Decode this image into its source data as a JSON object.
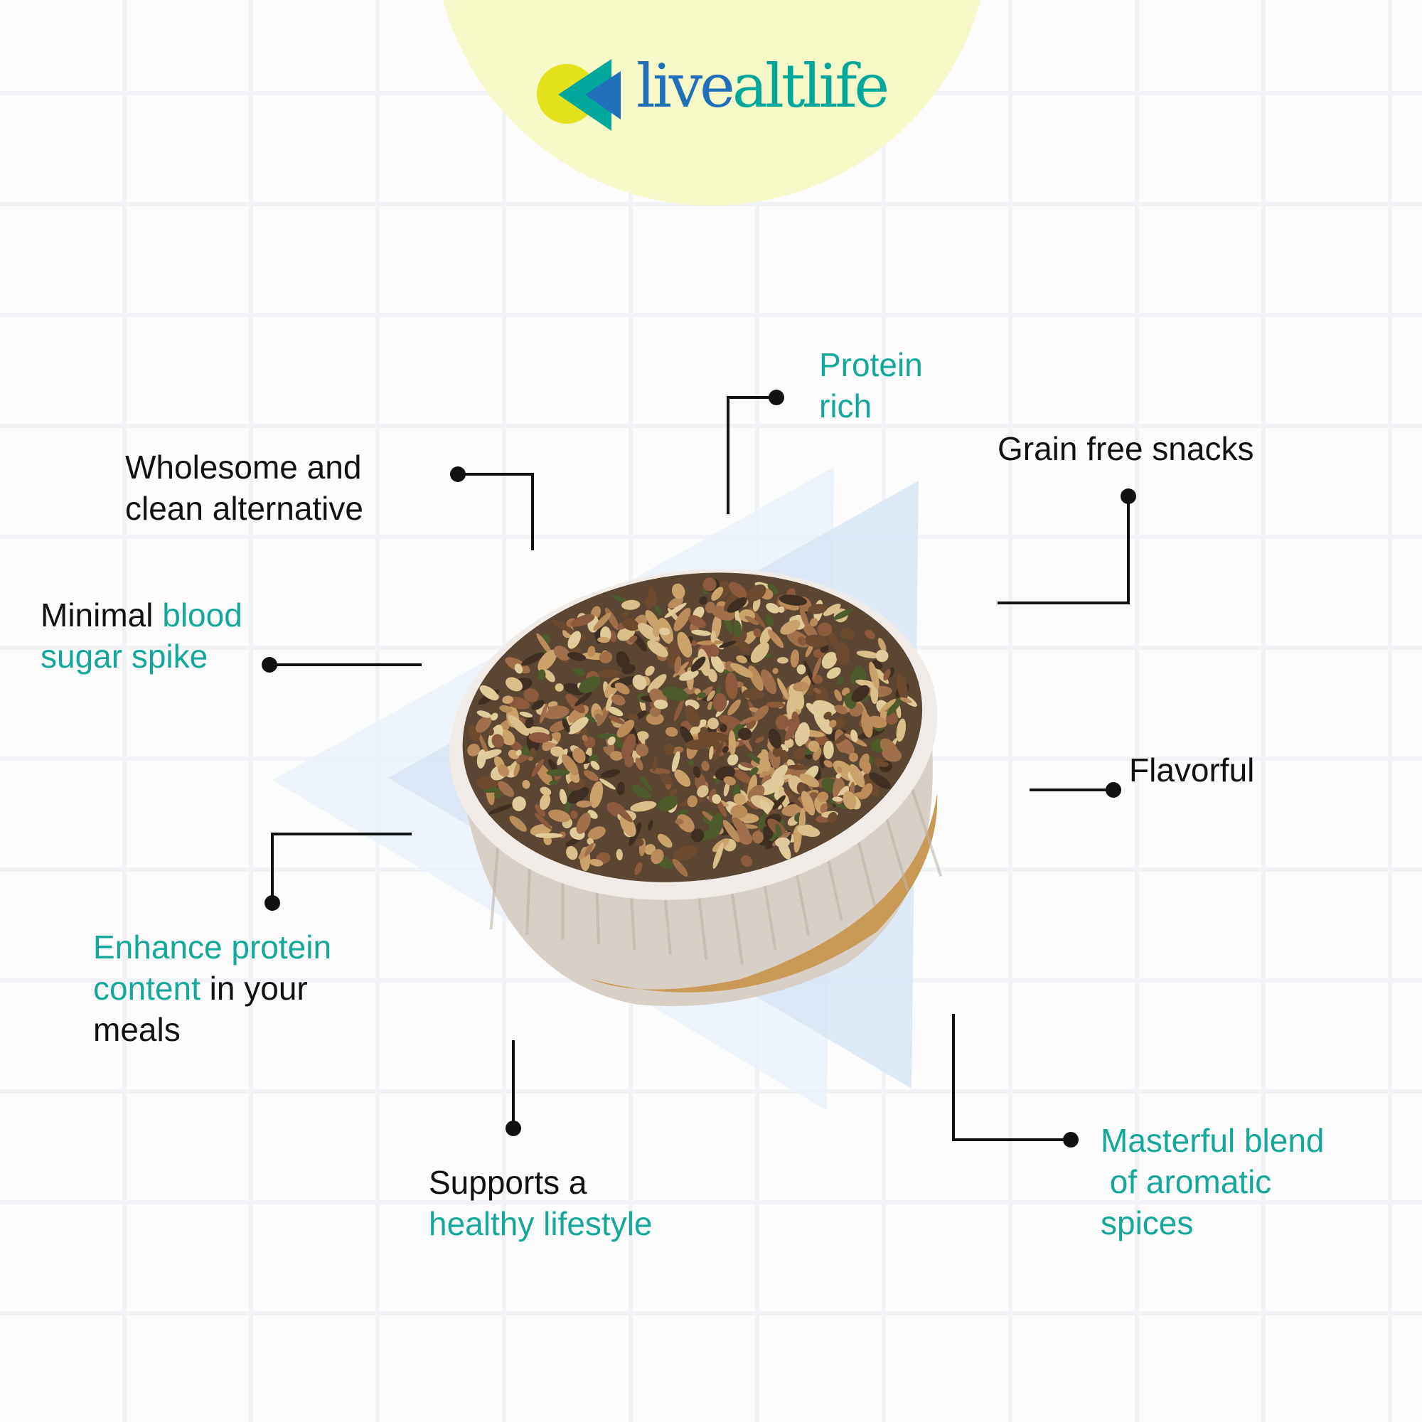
{
  "brand": {
    "name_part1": "live",
    "name_part2": "altlife",
    "colors": {
      "yellow": "#e2e31c",
      "teal": "#00a79b",
      "blue": "#1f6fba"
    }
  },
  "features": {
    "protein": {
      "line1": "Protein",
      "line2": "rich"
    },
    "grain": {
      "text": "Grain free snacks"
    },
    "wholesome": {
      "line1": "Wholesome and",
      "line2": "clean alternative"
    },
    "minimal": {
      "black": "Minimal ",
      "teal1": "blood",
      "teal2": "sugar spike"
    },
    "flavorful": {
      "text": "Flavorful"
    },
    "enhance": {
      "teal1": "Enhance protein",
      "teal2": "content",
      "black2": " in your",
      "black3": "meals"
    },
    "supports": {
      "black": "Supports a",
      "teal": "healthy lifestyle"
    },
    "masterful": {
      "line1": "Masterful blend",
      "line2": " of aromatic",
      "line3": "spices"
    }
  },
  "colors": {
    "accent": "#14a89a",
    "text": "#111111"
  }
}
